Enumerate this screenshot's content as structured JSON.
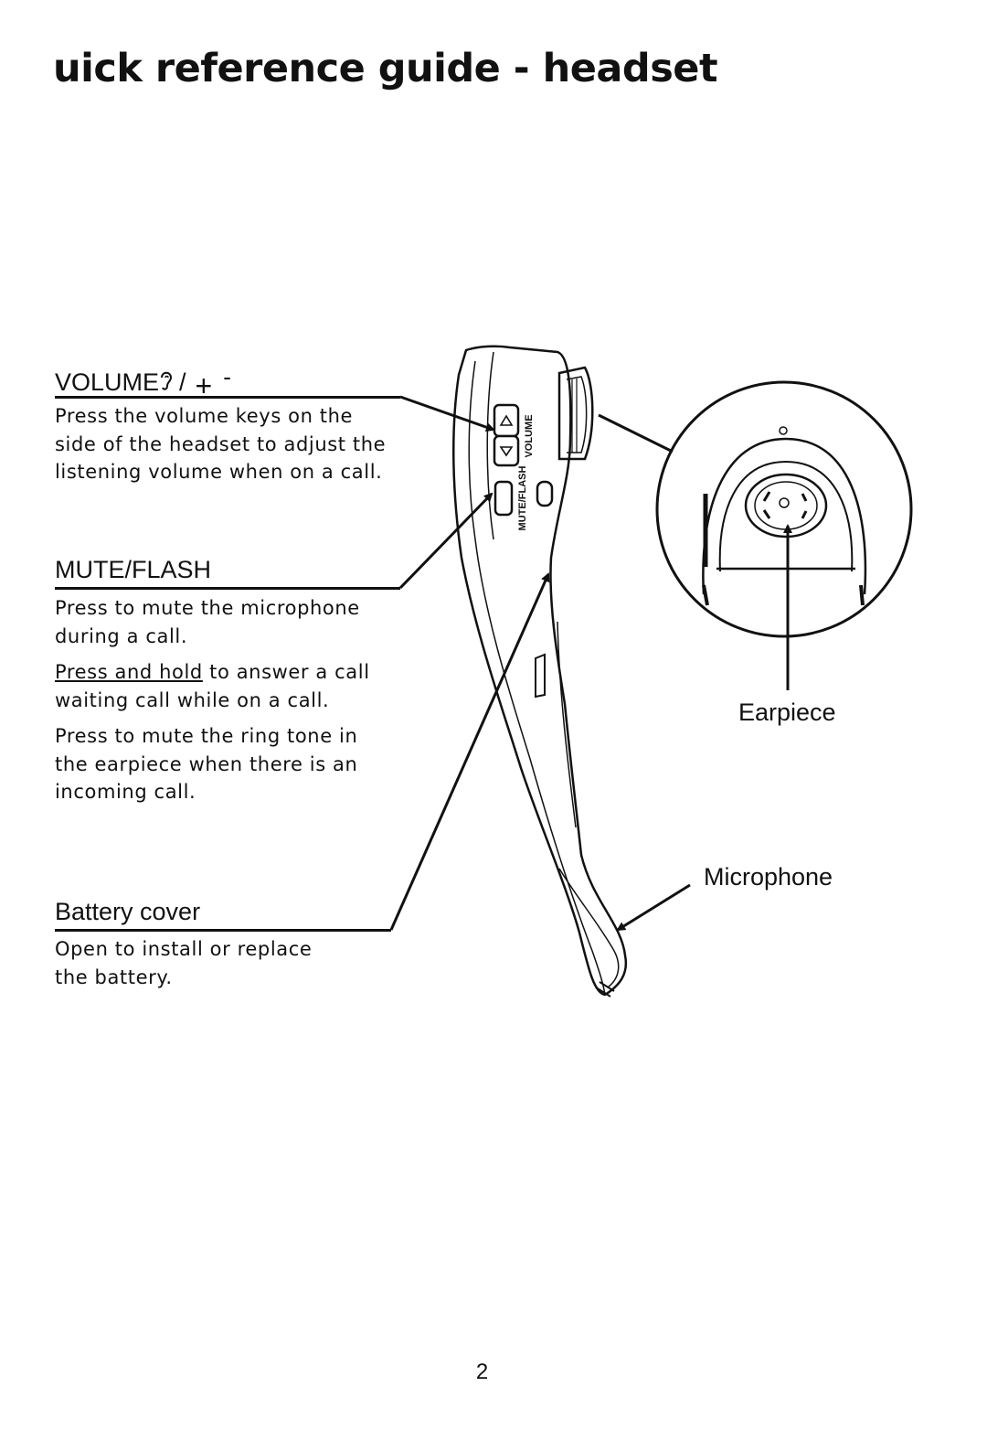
{
  "page": {
    "title": "uick reference guide - headset",
    "page_number": "2"
  },
  "volume": {
    "heading": "VOLUME",
    "heading_suffix": "/",
    "plus": "+",
    "minus": "-",
    "lines": [
      "Press the volume keys on the",
      "side of the headset to adjust the",
      "listening volume when on a call."
    ]
  },
  "mute": {
    "heading": "MUTE/FLASH",
    "p1": [
      "Press to mute the microphone",
      "during a call."
    ],
    "p2_underlined": "Press and hold",
    "p2_rest": " to answer a call",
    "p2_line2": "waiting call while on a call.",
    "p3": [
      "Press to mute the ring tone in",
      "the earpiece when there is an",
      "incoming call."
    ]
  },
  "battery": {
    "heading": "Battery cover",
    "lines": [
      "Open to install or replace",
      "the battery."
    ]
  },
  "diagram": {
    "earpiece_label": "Earpiece",
    "microphone_label": "Microphone",
    "device_volume_text": "VOLUME",
    "device_mute_text": "MUTE/FLASH"
  }
}
